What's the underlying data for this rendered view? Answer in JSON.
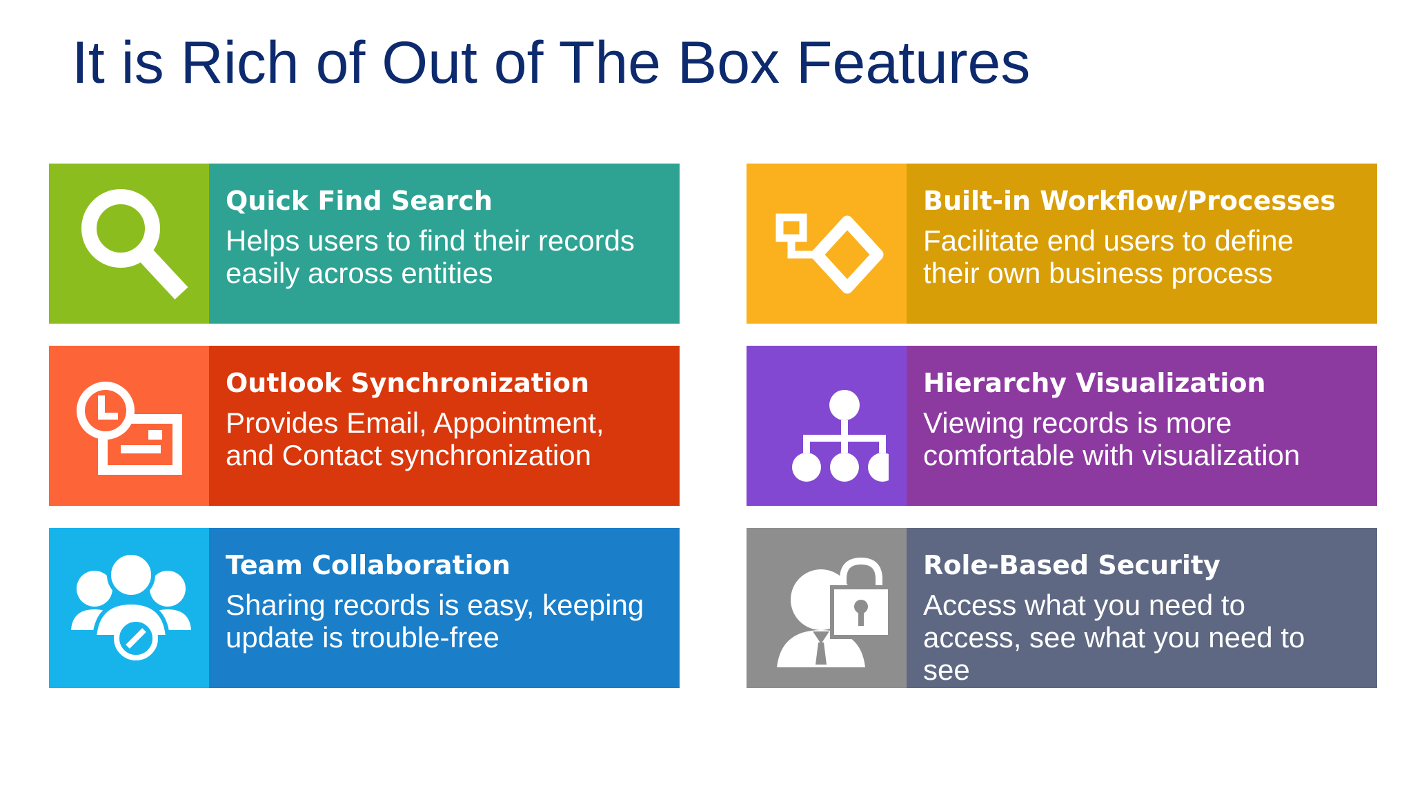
{
  "title": "It is Rich of Out of The Box Features",
  "cards": [
    {
      "id": "quick-find-search",
      "title": "Quick Find Search",
      "description": "Helps users to find their records easily across entities",
      "icon": "search-icon",
      "icon_color": "#8cbd1f",
      "color": "#2ea393"
    },
    {
      "id": "workflow-processes",
      "title": "Built-in Workflow/Processes",
      "description": "Facilitate end users to define their own business process",
      "icon": "workflow-icon",
      "icon_color": "#fbb11d",
      "color": "#d89e08"
    },
    {
      "id": "outlook-synchronization",
      "title": "Outlook Synchronization",
      "description": "Provides Email, Appointment, and Contact synchronization",
      "icon": "outlook-sync-icon",
      "icon_color": "#fd6437",
      "color": "#d9370c"
    },
    {
      "id": "hierarchy-visualization",
      "title": "Hierarchy Visualization",
      "description": "Viewing records is more comfortable with visualization",
      "icon": "hierarchy-icon",
      "icon_color": "#8348d2",
      "color": "#8d3aa0"
    },
    {
      "id": "team-collaboration",
      "title": "Team Collaboration",
      "description": "Sharing records is easy, keeping update is trouble-free",
      "icon": "team-icon",
      "icon_color": "#17b4ec",
      "color": "#1b7ec8"
    },
    {
      "id": "role-based-security",
      "title": "Role-Based Security",
      "description": "Access what you need to access, see what you need to see",
      "icon": "security-icon",
      "icon_color": "#8e8e8e",
      "color": "#5e6883"
    }
  ]
}
